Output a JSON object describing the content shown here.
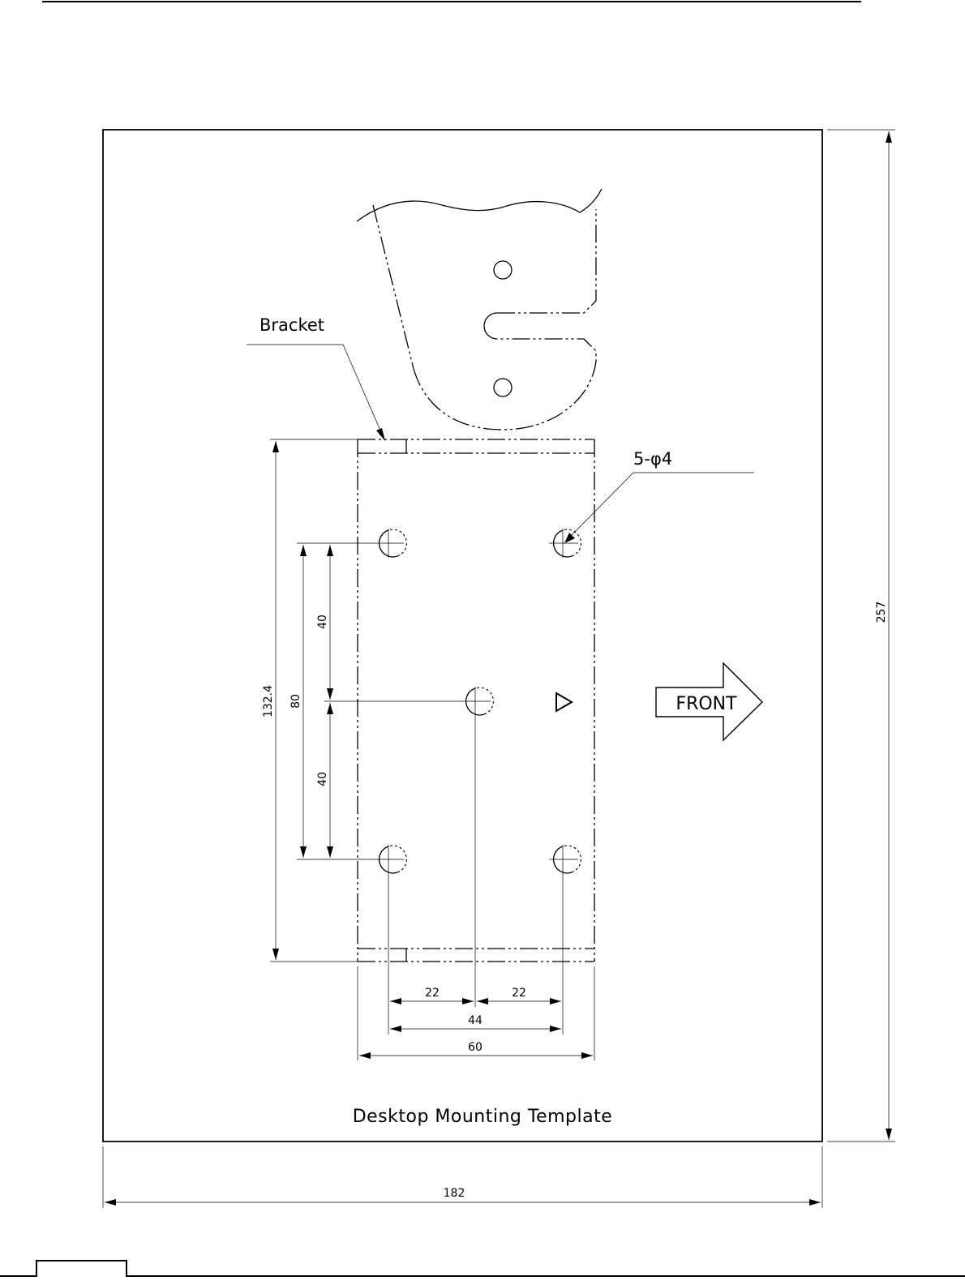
{
  "title": "Desktop Mounting Template",
  "bracket_label": "Bracket",
  "holes_label": "5-φ4",
  "front_label": "FRONT",
  "dimensions": {
    "sheet_width": "182",
    "sheet_height": "257",
    "bracket_length": "132.4",
    "hole_span_vertical": "80",
    "hole_pitch_upper": "40",
    "hole_pitch_lower": "40",
    "half_span_left": "22",
    "half_span_right": "22",
    "hole_span_horizontal": "44",
    "bracket_width": "60"
  }
}
